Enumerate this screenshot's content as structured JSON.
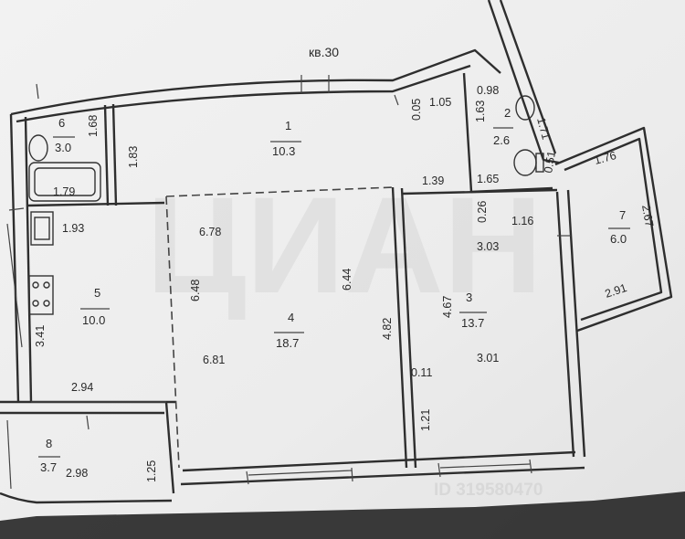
{
  "plan": {
    "title": "кв.30",
    "rooms": [
      {
        "id": "r1",
        "number": "1",
        "area": "10.3"
      },
      {
        "id": "r2",
        "number": "2",
        "area": "2.6"
      },
      {
        "id": "r3",
        "number": "3",
        "area": "13.7"
      },
      {
        "id": "r4",
        "number": "4",
        "area": "18.7"
      },
      {
        "id": "r5",
        "number": "5",
        "area": "10.0"
      },
      {
        "id": "r6",
        "number": "6",
        "area": "3.0"
      },
      {
        "id": "r7",
        "number": "7",
        "area": "6.0"
      },
      {
        "id": "r8",
        "number": "8",
        "area": "3.7"
      }
    ],
    "dimensions": [
      {
        "id": "d1",
        "text": "1.68"
      },
      {
        "id": "d2",
        "text": "1.83"
      },
      {
        "id": "d3",
        "text": "1.79"
      },
      {
        "id": "d4",
        "text": "1.93"
      },
      {
        "id": "d5",
        "text": "3.41"
      },
      {
        "id": "d6",
        "text": "2.94"
      },
      {
        "id": "d7",
        "text": "2.98"
      },
      {
        "id": "d8",
        "text": "1.25"
      },
      {
        "id": "d9",
        "text": "6.78"
      },
      {
        "id": "d10",
        "text": "6.48"
      },
      {
        "id": "d11",
        "text": "6.44"
      },
      {
        "id": "d12",
        "text": "6.81"
      },
      {
        "id": "d13",
        "text": "4.82"
      },
      {
        "id": "d14",
        "text": "0.05"
      },
      {
        "id": "d15",
        "text": "1.05"
      },
      {
        "id": "d16",
        "text": "1.39"
      },
      {
        "id": "d17",
        "text": "1.63"
      },
      {
        "id": "d18",
        "text": "0.98"
      },
      {
        "id": "d19",
        "text": "1.71"
      },
      {
        "id": "d20",
        "text": "0.51"
      },
      {
        "id": "d21",
        "text": "1.65"
      },
      {
        "id": "d22",
        "text": "0.26"
      },
      {
        "id": "d23",
        "text": "1.16"
      },
      {
        "id": "d24",
        "text": "3.03"
      },
      {
        "id": "d25",
        "text": "4.67"
      },
      {
        "id": "d26",
        "text": "3.01"
      },
      {
        "id": "d27",
        "text": "0.11"
      },
      {
        "id": "d28",
        "text": "1.21"
      },
      {
        "id": "d29",
        "text": "1.76"
      },
      {
        "id": "d30",
        "text": "2.67"
      },
      {
        "id": "d31",
        "text": "2.91"
      }
    ]
  },
  "watermark": {
    "text": "ЦИАН",
    "id_text": "ID 319580470"
  },
  "colors": {
    "paper": "#efefef",
    "line": "#2e2e2e",
    "watermark": "#d8d8d8"
  }
}
